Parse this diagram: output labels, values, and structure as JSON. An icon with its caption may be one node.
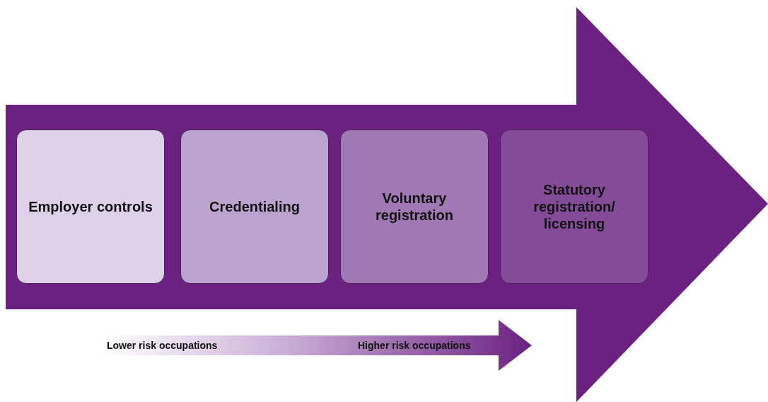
{
  "diagram": {
    "nodes": [
      {
        "text": [],
        "shape": "arrow"
      },
      {
        "text": [
          "Employer controls"
        ],
        "in": 0
      },
      {
        "text": [
          "Credentialing"
        ],
        "in": 0
      },
      {
        "text": [
          "Voluntary registration"
        ],
        "in": 0
      },
      {
        "text": [
          "Statutory registration/ licensing"
        ],
        "in": 0
      }
    ],
    "labels": [
      "Lower risk occupations",
      "Higher risk occupations"
    ]
  }
}
